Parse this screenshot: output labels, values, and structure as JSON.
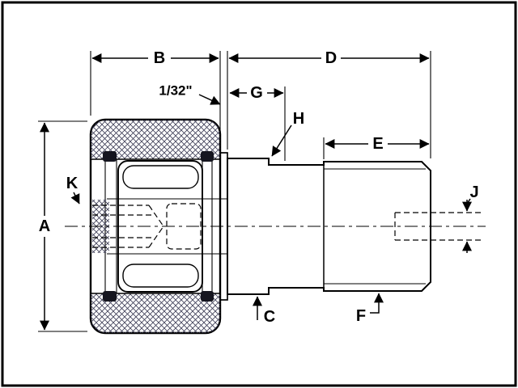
{
  "drawing": {
    "name": "Cam follower (stud-type track roller) cross-section technical drawing",
    "labels": {
      "A": "A",
      "B": "B",
      "C": "C",
      "D": "D",
      "E": "E",
      "F": "F",
      "G": "G",
      "H": "H",
      "J": "J",
      "K": "K",
      "gap_dimension": "1/32\""
    },
    "colors": {
      "line": "#000000",
      "background": "#ffffff",
      "hatch": "#3c3c55",
      "seal": "#15151f"
    }
  }
}
